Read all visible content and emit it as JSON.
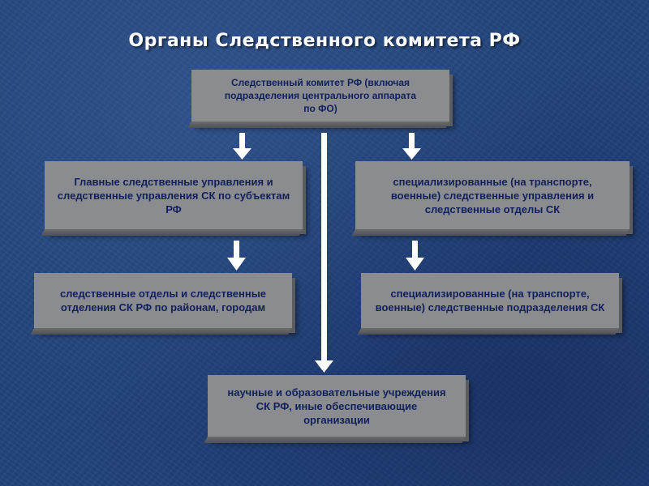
{
  "slide": {
    "title": "Органы Следственного комитета РФ"
  },
  "diagram": {
    "nodes": {
      "top": "Следственный комитет РФ (включая подразделения центрального аппарата по ФО)",
      "main_departments": "Главные следственные управления и следственные управления СК по субъектам РФ",
      "specialized_departments": "специализированные (на транспорте, военные) следственные управления и следственные отделы СК",
      "district_units": "следственные отделы и следственные отделения СК РФ по районам, городам",
      "specialized_units": "специализированные (на транспорте, военные) следственные подразделения СК",
      "science": "научные и образовательные учреждения СК РФ, иные обеспечивающие организации"
    },
    "colors": {
      "box_fill": "#8a8c90",
      "text": "#11205a",
      "arrow": "#ffffff",
      "background": "#22437a"
    }
  }
}
